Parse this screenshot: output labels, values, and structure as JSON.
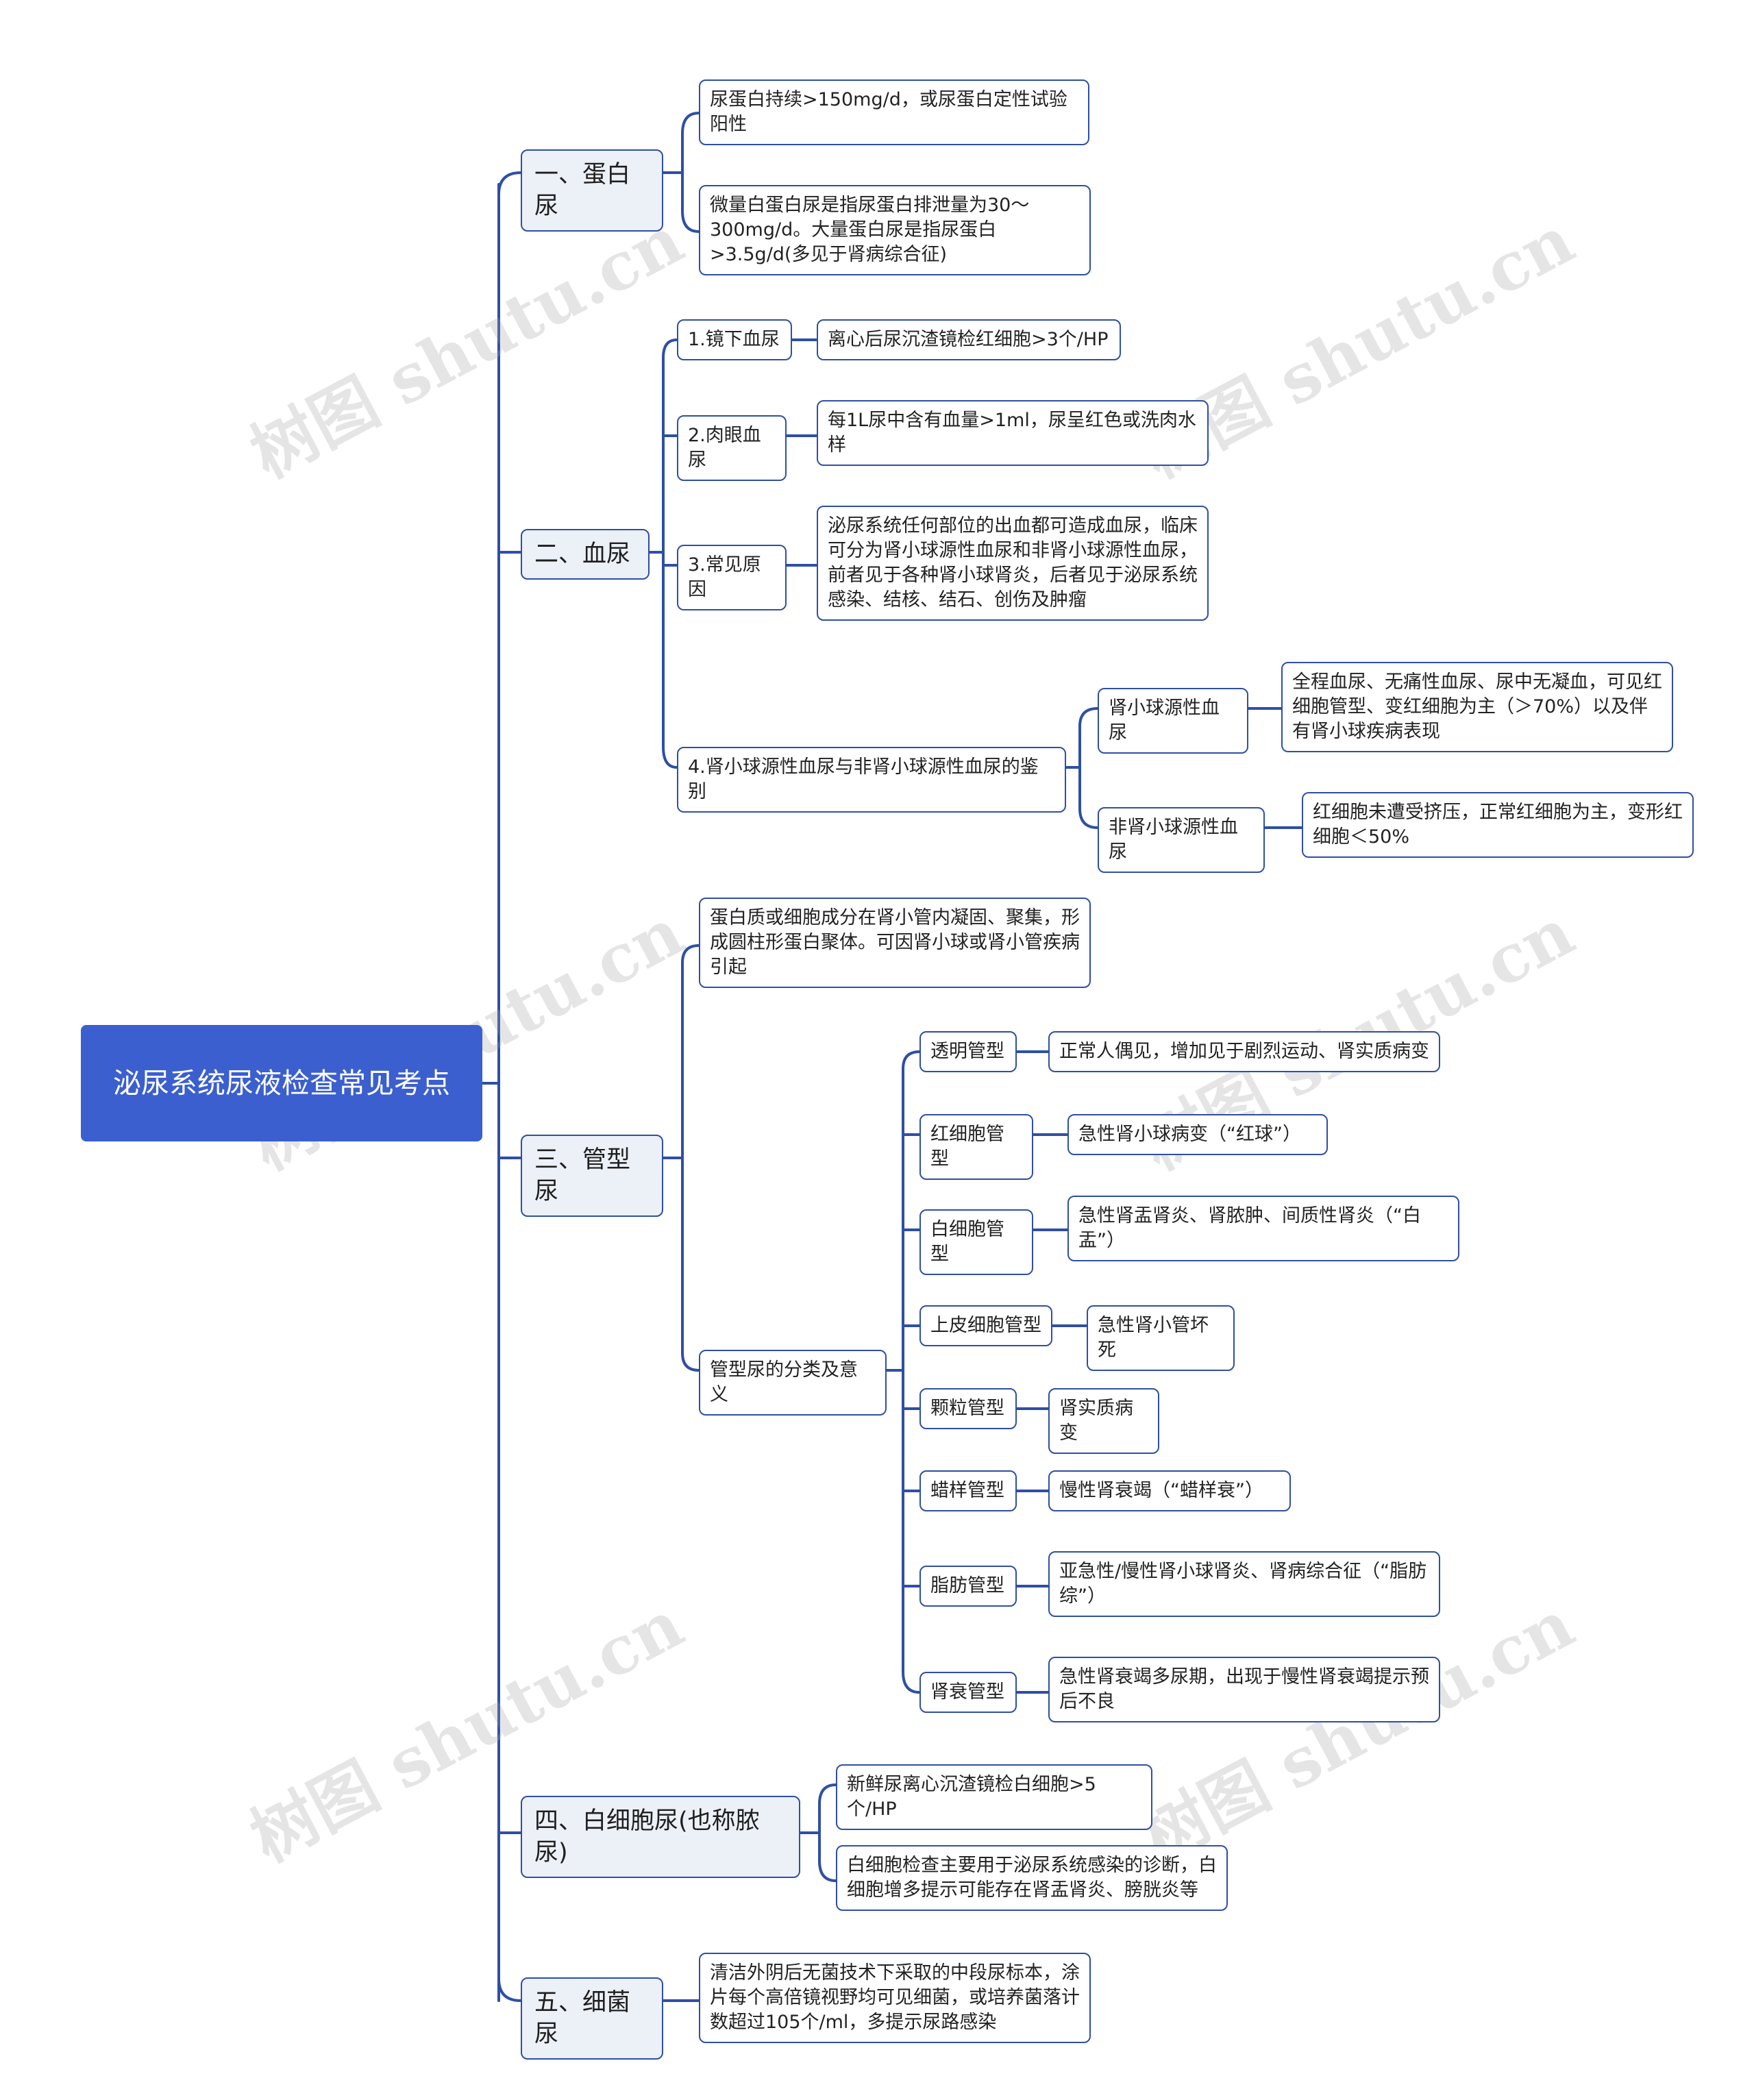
{
  "root": "泌尿系统尿液检查常见考点",
  "watermark": "树图 shutu.cn",
  "colors": {
    "root": "#3b5fcf",
    "line": "#2f4fa5",
    "level1_bg": "#ecf0f7"
  },
  "sections": {
    "protein": {
      "title": "一、蛋白尿",
      "items": [
        "尿蛋白持续>150mg/d，或尿蛋白定性试验阳性",
        "微量白蛋白尿是指尿蛋白排泄量为30～300mg/d。大量蛋白尿是指尿蛋白>3.5g/d(多见于肾病综合征)"
      ]
    },
    "blood": {
      "title": "二、血尿",
      "micro": {
        "label": "1.镜下血尿",
        "desc": "离心后尿沉渣镜检红细胞>3个/HP"
      },
      "gross": {
        "label": "2.肉眼血尿",
        "desc": "每1L尿中含有血量>1ml，尿呈红色或洗肉水样"
      },
      "cause": {
        "label": "3.常见原因",
        "desc": "泌尿系统任何部位的出血都可造成血尿，临床可分为肾小球源性血尿和非肾小球源性血尿，前者见于各种肾小球肾炎，后者见于泌尿系统感染、结核、结石、创伤及肿瘤"
      },
      "diff": {
        "label": "4.肾小球源性血尿与非肾小球源性血尿的鉴别",
        "glom": {
          "label": "肾小球源性血尿",
          "desc": "全程血尿、无痛性血尿、尿中无凝血，可见红细胞管型、变红细胞为主（＞70%）以及伴有肾小球疾病表现"
        },
        "nonglom": {
          "label": "非肾小球源性血尿",
          "desc": "红细胞未遭受挤压，正常红细胞为主，变形红细胞＜50%"
        }
      }
    },
    "cast": {
      "title": "三、管型尿",
      "def": "蛋白质或细胞成分在肾小管内凝固、聚集，形成圆柱形蛋白聚体。可因肾小球或肾小管疾病引起",
      "classify": "管型尿的分类及意义",
      "types": [
        {
          "label": "透明管型",
          "desc": "正常人偶见，增加见于剧烈运动、肾实质病变"
        },
        {
          "label": "红细胞管型",
          "desc": "急性肾小球病变（“红球”）"
        },
        {
          "label": "白细胞管型",
          "desc": "急性肾盂肾炎、肾脓肿、间质性肾炎（“白盂”）"
        },
        {
          "label": "上皮细胞管型",
          "desc": "急性肾小管坏死"
        },
        {
          "label": "颗粒管型",
          "desc": "肾实质病变"
        },
        {
          "label": "蜡样管型",
          "desc": "慢性肾衰竭（“蜡样衰”）"
        },
        {
          "label": "脂肪管型",
          "desc": "亚急性/慢性肾小球肾炎、肾病综合征（“脂肪综”）"
        },
        {
          "label": "肾衰管型",
          "desc": "急性肾衰竭多尿期，出现于慢性肾衰竭提示预后不良"
        }
      ]
    },
    "wbc": {
      "title": "四、白细胞尿(也称脓尿)",
      "items": [
        "新鲜尿离心沉渣镜检白细胞>5个/HP",
        "白细胞检查主要用于泌尿系统感染的诊断，白细胞增多提示可能存在肾盂肾炎、膀胱炎等"
      ]
    },
    "bact": {
      "title": "五、细菌尿",
      "items": [
        "清洁外阴后无菌技术下采取的中段尿标本，涂片每个高倍镜视野均可见细菌，或培养菌落计数超过105个/ml，多提示尿路感染"
      ]
    }
  }
}
